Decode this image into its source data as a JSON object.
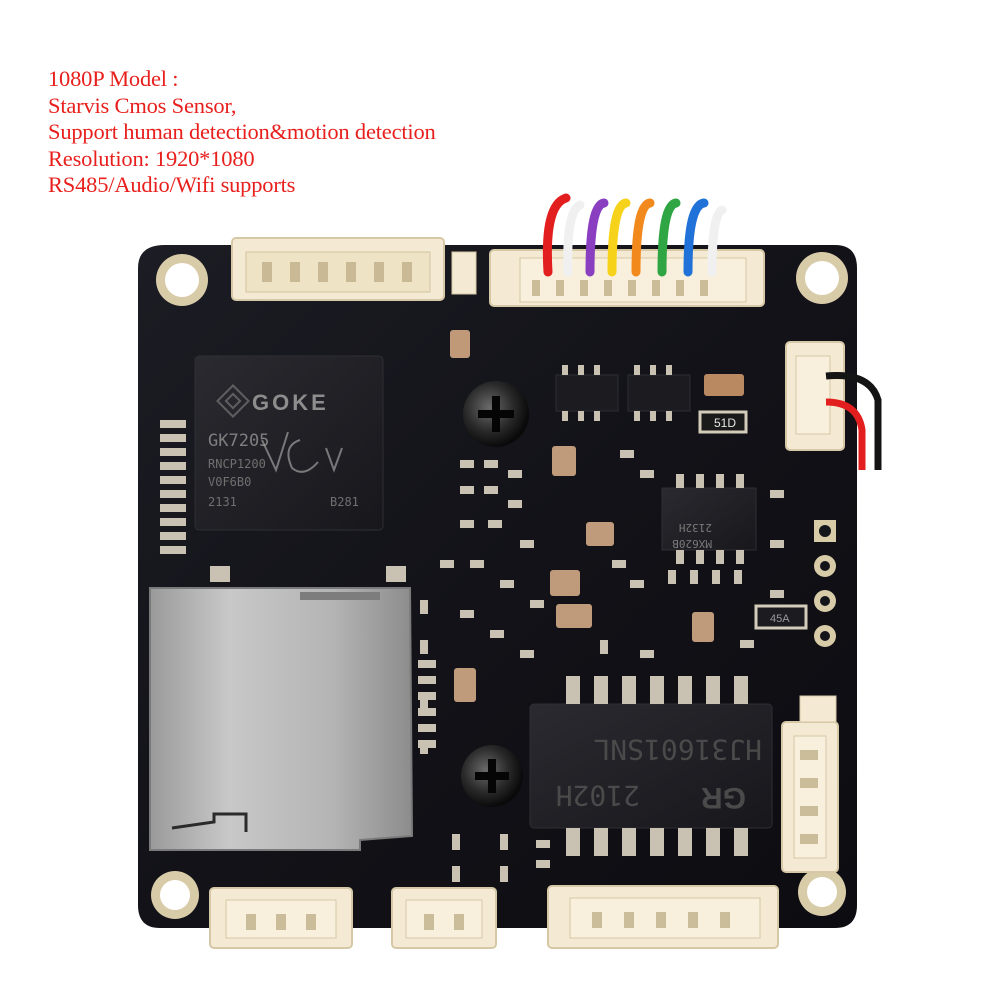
{
  "spec_lines": [
    "1080P Model :",
    "Starvis Cmos Sensor,",
    "Support human detection&motion detection",
    "Resolution: 1920*1080",
    "RS485/Audio/Wifi supports"
  ],
  "chips": {
    "soc": {
      "brand": "GOKE",
      "part": "GK7205",
      "line2": "RNCP1200",
      "line3": "V0F6B0",
      "line4_left": "2131",
      "line4_right": "B281"
    },
    "flash": {
      "line1": "MX620B",
      "line2": "2132H"
    },
    "transformer": {
      "line1": "HJ31601SNL",
      "line2": "2102H",
      "logo": "GR"
    },
    "resistor": "51D",
    "inductor": "45A"
  },
  "colors": {
    "spec_text": "#e8201d",
    "pcb": "#14141b",
    "connector": "#f3e7cf",
    "pad": "#c9c2b3"
  }
}
